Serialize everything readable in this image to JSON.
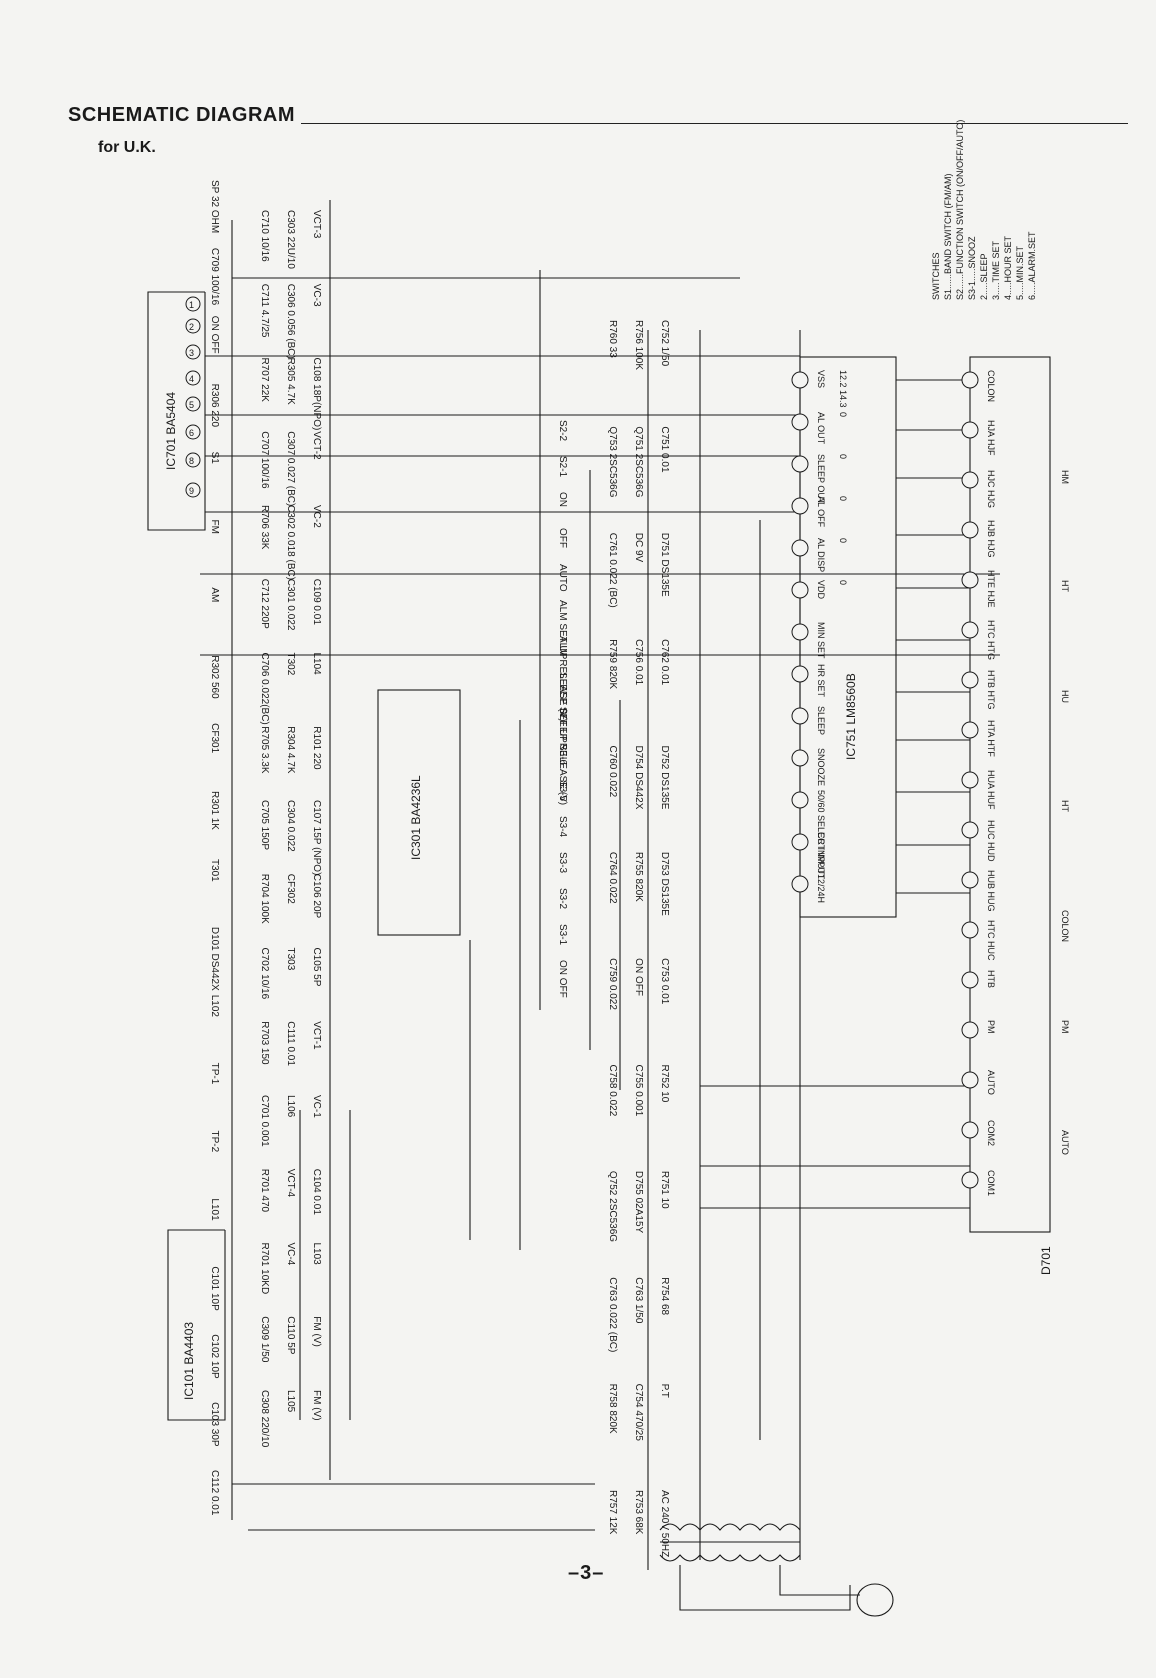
{
  "page": {
    "title": "SCHEMATIC DIAGRAM",
    "subtitle": "for U.K.",
    "page_number": "–3–"
  },
  "ics": [
    {
      "ref": "IC701 BA5404"
    },
    {
      "ref": "IC301 BA4236L"
    },
    {
      "ref": "IC101 BA4403"
    },
    {
      "ref": "IC751 LM8560B"
    }
  ],
  "display": {
    "ref": "D701"
  },
  "left_labels": [
    "SP 32 OHM",
    "C709 100/16",
    "ON OFF",
    "R306 220",
    "S1",
    "FM",
    "AM",
    "R302 560",
    "CF301",
    "R301 1K",
    "T301",
    "D101 DS442X",
    "L102",
    "TP-1",
    "TP-2",
    "L101",
    "C101 10P",
    "C102 10P",
    "C103 30P",
    "C112 0.01"
  ],
  "center_labels": [
    "C710 10/16",
    "C711 4.7/25",
    "R707 22K",
    "C707 100/16",
    "R706 33K",
    "C712 220P",
    "C706 0.022(BC)",
    "R705 3.3K",
    "C705 150P",
    "R704 100K",
    "C702 10/16",
    "R703 150",
    "C701 0.001",
    "R701 470",
    "R701 10KD",
    "C309 1/50",
    "C308 220/10",
    "C303 22U/10",
    "C306 0.056 (BC)",
    "R305 4.7K",
    "C307 0.027 (BC)",
    "C302 0.018 (BC)",
    "C301 0.022",
    "T302",
    "R304 4.7K",
    "C304 0.022",
    "CF302",
    "T303",
    "C111 0.01",
    "L106",
    "VCT-4",
    "VC-4",
    "C110 5P",
    "L105",
    "VCT-3",
    "VC-3",
    "C108 18P(NPO)",
    "VCT-2",
    "VC-2",
    "C109 0.01",
    "L104",
    "R101 220",
    "C107 15P (NPO)",
    "C106 20P",
    "C105 5P",
    "VCT-1",
    "VC-1",
    "C104 0.01",
    "L103",
    "FM (V)",
    "FM (V)"
  ],
  "switch_labels": [
    "S2-2",
    "S2-1",
    "ON",
    "OFF",
    "AUTO",
    "ALM SET UP",
    "ALM RELEASE (V)",
    "SLEEP SET UP",
    "SLEEP RELEASE (V)",
    "S3-6",
    "S3-5",
    "S3-4",
    "S3-3",
    "S3-2",
    "S3-1",
    "ON OFF"
  ],
  "right_labels": [
    "R760 33",
    "Q753 2SC536G",
    "C761 0.022 (BC)",
    "R759 820K",
    "C760 0.022",
    "C764 0.022",
    "C759 0.022",
    "C758 0.022",
    "Q752 2SC536G",
    "C763 0.022 (BC)",
    "R758 820K",
    "R757 12K",
    "R756 100K",
    "Q751 2SC536G",
    "DC 9V",
    "C756 0.01",
    "D754 DS442X",
    "R755 820K",
    "ON OFF",
    "C755 0.001",
    "D755 02A15Y",
    "C763 1/50",
    "C754 470/25",
    "R753 68K",
    "C752 1/50",
    "C751 0.01",
    "D751 DS135E",
    "C762 0.01",
    "D752 DS135E",
    "D753 DS135E",
    "C753 0.01",
    "R752 10",
    "R751 10",
    "R754 68",
    "P.T",
    "AC 240V 50HZ"
  ],
  "ic751_pins_top": [
    "VSS",
    "AL OUT",
    "SLEEP OUT",
    "AL OFF",
    "AL DISP",
    "VDD",
    "MIN SET",
    "HR SET",
    "SLEEP",
    "SNOOZE",
    "50/60 SELECT INPUT",
    "CR INPUT",
    "12/24H"
  ],
  "ic751_voltages": [
    "12.2 14.3",
    "0",
    "0",
    "0",
    "0",
    "0"
  ],
  "display_pins": [
    "COLON",
    "HJA HJF",
    "HJC HJG",
    "HJB HJG",
    "HTE HJE",
    "HTC HTG",
    "HTB HTG",
    "HTA HTF",
    "HUA HUF",
    "HUC HUD",
    "HUB HUG",
    "HTC HUC",
    "HTB",
    "PM",
    "AUTO",
    "COM2",
    "COM1"
  ],
  "display_segment_labels": [
    "HM",
    "HT",
    "HU",
    "HT",
    "COLON",
    "PM",
    "AUTO"
  ],
  "switches_legend": {
    "heading": "SWITCHES",
    "items": [
      "S1......BAND SWITCH (FM/AM)",
      "S2......FUNCTION SWITCH (ON/OFF/AUTO)",
      "S3-1.....SNOOZ",
      "2.....SLEEP",
      "3.....TIME SET",
      "4.....HOUR SET",
      "5.....MIN.SET",
      "6.....ALARM.SET"
    ]
  }
}
